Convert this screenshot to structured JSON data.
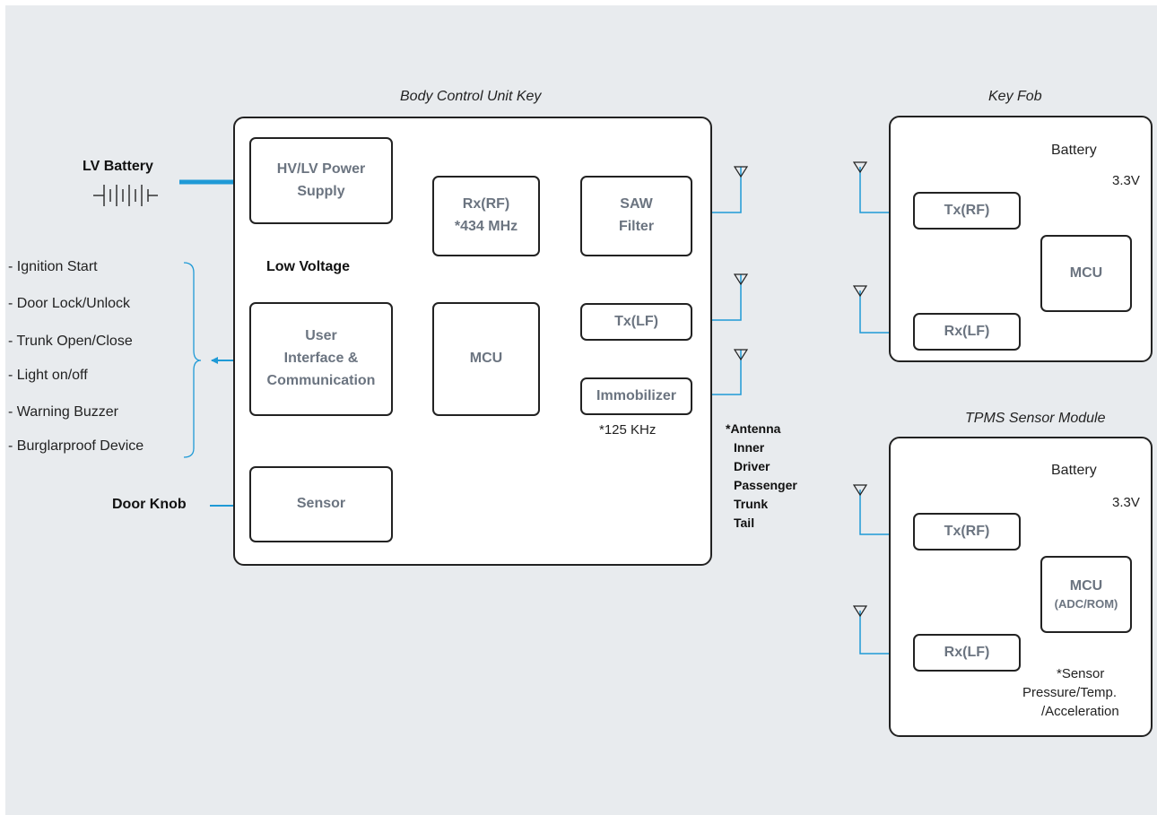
{
  "colors": {
    "accent": "#1f9ad6",
    "line": "#222222",
    "box_text": "#6b7480",
    "background": "#e8ebee"
  },
  "titles": {
    "body_control_unit": "Body Control Unit Key",
    "key_fob": "Key Fob",
    "tpms": "TPMS Sensor Module"
  },
  "bcu": {
    "power_supply": "HV/LV Power\nSupply",
    "rx_rf": "Rx(RF)\n*434 MHz",
    "saw_filter": "SAW\nFilter",
    "user_interface": "User\nInterface &\nCommunication",
    "mcu": "MCU",
    "tx_lf": "Tx(LF)",
    "immobilizer": "Immobilizer",
    "sensor": "Sensor",
    "low_voltage": "Low Voltage",
    "freq_125": "*125 KHz"
  },
  "inputs": {
    "lv_battery": "LV Battery",
    "door_knob": "Door Knob"
  },
  "functions": [
    "- Ignition Start",
    "- Door Lock/Unlock",
    "- Trunk Open/Close",
    "- Light on/off",
    "- Warning Buzzer",
    "- Burglarproof Device"
  ],
  "antenna_note": {
    "heading": "*Antenna",
    "items": [
      "Inner",
      "Driver",
      "Passenger",
      "Trunk",
      "Tail"
    ]
  },
  "key_fob": {
    "battery": "Battery",
    "voltage": "3.3V",
    "tx_rf": "Tx(RF)",
    "mcu": "MCU",
    "rx_lf": "Rx(LF)"
  },
  "tpms": {
    "battery": "Battery",
    "voltage": "3.3V",
    "tx_rf": "Tx(RF)",
    "mcu": "MCU",
    "mcu_sub": "(ADC/ROM)",
    "rx_lf": "Rx(LF)",
    "sensor_note": [
      "*Sensor",
      "Pressure/Temp.",
      "/Acceleration"
    ]
  }
}
